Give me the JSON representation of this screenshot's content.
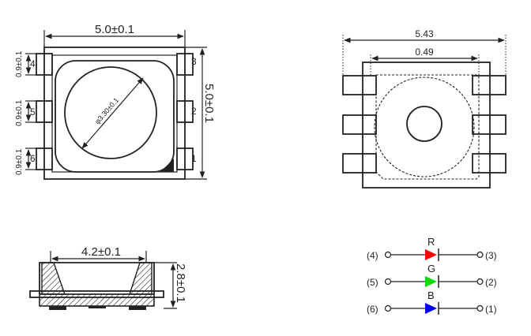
{
  "top_view": {
    "width_dim": "5.0±0.1",
    "height_dim": "5.0±0.1",
    "diameter_dim": "φ3.30±0.1",
    "pin_labels_right": [
      "3",
      "2",
      "1"
    ],
    "pin_labels_left": [
      "4",
      "5",
      "6"
    ],
    "pad_dims_left": [
      "0.9±0.1",
      "0.9±0.1",
      "0.9±0.1"
    ]
  },
  "footprint": {
    "outer_dim": "5.43",
    "inner_dim": "0.49"
  },
  "side_view": {
    "width_dim": "4.2±0.1",
    "height_dim": "2.8±0.1"
  },
  "schematic": {
    "channels": [
      {
        "color_label": "R",
        "left_pin": "(4)",
        "right_pin": "(3)",
        "color": "#ff0000"
      },
      {
        "color_label": "G",
        "left_pin": "(5)",
        "right_pin": "(2)",
        "color": "#00e000"
      },
      {
        "color_label": "B",
        "left_pin": "(6)",
        "right_pin": "(1)",
        "color": "#0000ff"
      }
    ]
  }
}
